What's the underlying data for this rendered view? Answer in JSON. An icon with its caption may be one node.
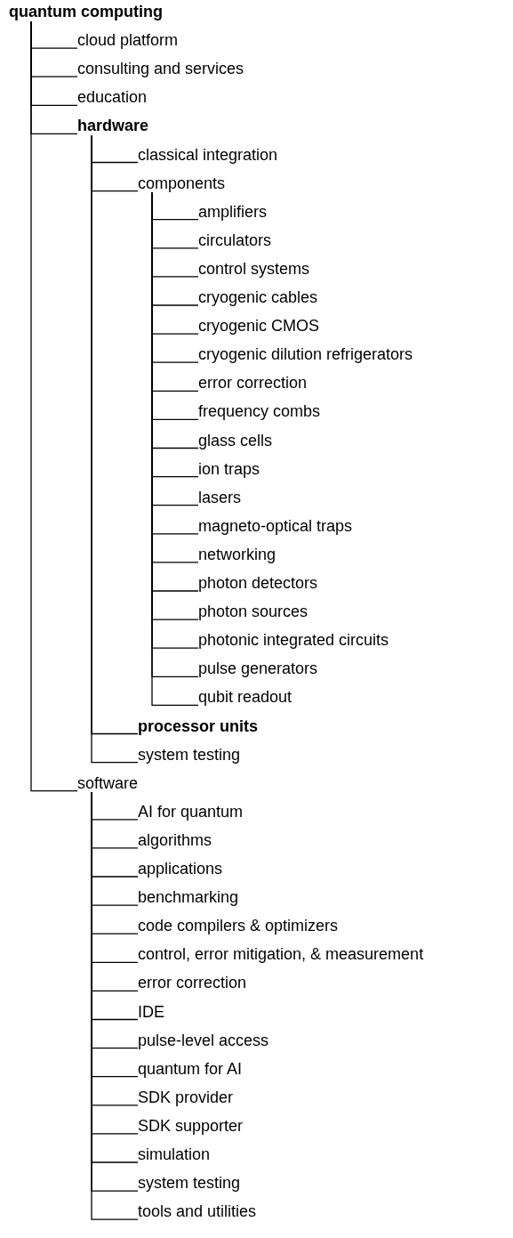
{
  "diagram": {
    "nodes": [
      {
        "text": [
          "quantum computing"
        ]
      },
      {
        "text": [
          "cloud platform"
        ]
      },
      {
        "text": [
          "consulting and services"
        ]
      },
      {
        "text": [
          "education"
        ]
      },
      {
        "text": [
          "hardware"
        ]
      },
      {
        "text": [
          "classical integration"
        ]
      },
      {
        "text": [
          "components"
        ]
      },
      {
        "text": [
          "amplifiers"
        ]
      },
      {
        "text": [
          "circulators"
        ]
      },
      {
        "text": [
          "control systems"
        ]
      },
      {
        "text": [
          "cryogenic cables"
        ]
      },
      {
        "text": [
          "cryogenic CMOS"
        ]
      },
      {
        "text": [
          "cryogenic dilution refrigerators"
        ]
      },
      {
        "text": [
          "error correction"
        ]
      },
      {
        "text": [
          "frequency combs"
        ]
      },
      {
        "text": [
          "glass cells"
        ]
      },
      {
        "text": [
          "ion traps"
        ]
      },
      {
        "text": [
          "lasers"
        ]
      },
      {
        "text": [
          "magneto-optical traps"
        ]
      },
      {
        "text": [
          "networking"
        ]
      },
      {
        "text": [
          "photon detectors"
        ]
      },
      {
        "text": [
          "photon sources"
        ]
      },
      {
        "text": [
          "photonic integrated circuits"
        ]
      },
      {
        "text": [
          "pulse generators"
        ]
      },
      {
        "text": [
          "qubit readout"
        ]
      },
      {
        "text": [
          "processor units"
        ]
      },
      {
        "text": [
          "system testing"
        ]
      },
      {
        "text": [
          "software"
        ]
      },
      {
        "text": [
          "AI for quantum"
        ]
      },
      {
        "text": [
          "algorithms"
        ]
      },
      {
        "text": [
          "applications"
        ]
      },
      {
        "text": [
          "benchmarking"
        ]
      },
      {
        "text": [
          "code compilers & optimizers"
        ]
      },
      {
        "text": [
          "control, error mitigation, & measurement"
        ]
      },
      {
        "text": [
          "error correction"
        ]
      },
      {
        "text": [
          "IDE"
        ]
      },
      {
        "text": [
          "pulse-level access"
        ]
      },
      {
        "text": [
          "quantum for AI"
        ]
      },
      {
        "text": [
          "SDK provider"
        ]
      },
      {
        "text": [
          "SDK supporter"
        ]
      },
      {
        "text": [
          "simulation"
        ]
      },
      {
        "text": [
          "system testing"
        ]
      },
      {
        "text": [
          "tools and utilities"
        ]
      }
    ],
    "edges": [
      {
        "from": 0,
        "to": 1,
        "arrow": "none"
      },
      {
        "from": 0,
        "to": 2,
        "arrow": "none"
      },
      {
        "from": 0,
        "to": 3,
        "arrow": "none"
      },
      {
        "from": 0,
        "to": 4,
        "arrow": "none"
      },
      {
        "from": 4,
        "to": 5,
        "arrow": "none"
      },
      {
        "from": 4,
        "to": 6,
        "arrow": "none"
      },
      {
        "from": 6,
        "to": 7,
        "arrow": "none"
      },
      {
        "from": 6,
        "to": 8,
        "arrow": "none"
      },
      {
        "from": 6,
        "to": 9,
        "arrow": "none"
      },
      {
        "from": 6,
        "to": 10,
        "arrow": "none"
      },
      {
        "from": 6,
        "to": 11,
        "arrow": "none"
      },
      {
        "from": 6,
        "to": 12,
        "arrow": "none"
      },
      {
        "from": 6,
        "to": 13,
        "arrow": "none"
      },
      {
        "from": 6,
        "to": 14,
        "arrow": "none"
      },
      {
        "from": 6,
        "to": 15,
        "arrow": "none"
      },
      {
        "from": 6,
        "to": 16,
        "arrow": "none"
      },
      {
        "from": 6,
        "to": 17,
        "arrow": "none"
      },
      {
        "from": 6,
        "to": 18,
        "arrow": "none"
      },
      {
        "from": 6,
        "to": 19,
        "arrow": "none"
      },
      {
        "from": 6,
        "to": 20,
        "arrow": "none"
      },
      {
        "from": 6,
        "to": 21,
        "arrow": "none"
      },
      {
        "from": 6,
        "to": 22,
        "arrow": "none"
      },
      {
        "from": 6,
        "to": 23,
        "arrow": "none"
      },
      {
        "from": 6,
        "to": 24,
        "arrow": "none"
      },
      {
        "from": 4,
        "to": 25,
        "arrow": "none"
      },
      {
        "from": 4,
        "to": 26,
        "arrow": "none"
      },
      {
        "from": 0,
        "to": 27,
        "arrow": "none"
      },
      {
        "from": 27,
        "to": 28,
        "arrow": "none"
      },
      {
        "from": 27,
        "to": 29,
        "arrow": "none"
      },
      {
        "from": 27,
        "to": 30,
        "arrow": "none"
      },
      {
        "from": 27,
        "to": 31,
        "arrow": "none"
      },
      {
        "from": 27,
        "to": 32,
        "arrow": "none"
      },
      {
        "from": 27,
        "to": 33,
        "arrow": "none"
      },
      {
        "from": 27,
        "to": 34,
        "arrow": "none"
      },
      {
        "from": 27,
        "to": 35,
        "arrow": "none"
      },
      {
        "from": 27,
        "to": 36,
        "arrow": "none"
      },
      {
        "from": 27,
        "to": 37,
        "arrow": "none"
      },
      {
        "from": 27,
        "to": 38,
        "arrow": "none"
      },
      {
        "from": 27,
        "to": 39,
        "arrow": "none"
      },
      {
        "from": 27,
        "to": 40,
        "arrow": "none"
      },
      {
        "from": 27,
        "to": 41,
        "arrow": "none"
      },
      {
        "from": 27,
        "to": 42,
        "arrow": "none"
      }
    ]
  }
}
